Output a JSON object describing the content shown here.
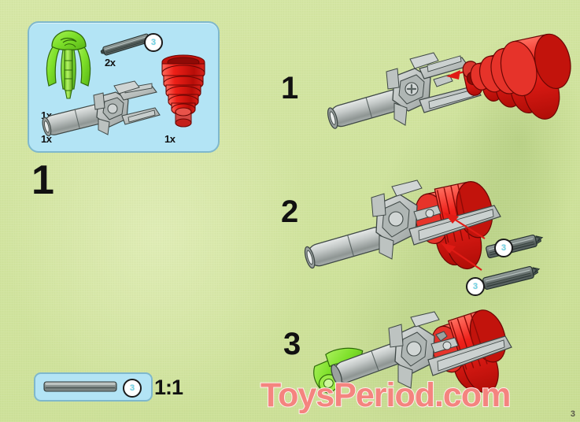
{
  "page": {
    "background_color": "#d2e4a0",
    "page_number": "3"
  },
  "parts_box": {
    "background_color": "#b3e4f5",
    "border_color": "#7fb8cc",
    "parts": [
      {
        "name": "green-claw-flame-element",
        "quantity": "1x",
        "color": "#7ee02a"
      },
      {
        "name": "dark-grey-axle-3",
        "quantity": "2x",
        "color": "#6f7a78",
        "length_badge": "3"
      },
      {
        "name": "light-grey-engine-assembly",
        "quantity": "1x",
        "color": "#b8bcbb"
      },
      {
        "name": "red-ribbed-cone-element",
        "quantity": "1x",
        "color": "#e01b15"
      }
    ]
  },
  "left_step": {
    "number": "1"
  },
  "steps": [
    {
      "number": "1",
      "description": "Attach the red ribbed cone element onto the light grey engine assembly",
      "arrow_color": "#e01b15"
    },
    {
      "number": "2",
      "description": "Insert two dark grey 3-length axles into the assembly",
      "arrow_color": "#e01b15",
      "badges": [
        "3",
        "3"
      ]
    },
    {
      "number": "3",
      "description": "Attach the green claw flame element to the front of the assembly"
    }
  ],
  "scale": {
    "ratio_label": "1:1",
    "badge": "3",
    "beam_color": "#9aa3a1"
  },
  "watermark": {
    "text": "ToysPeriod.com",
    "color": "#f4847f"
  }
}
